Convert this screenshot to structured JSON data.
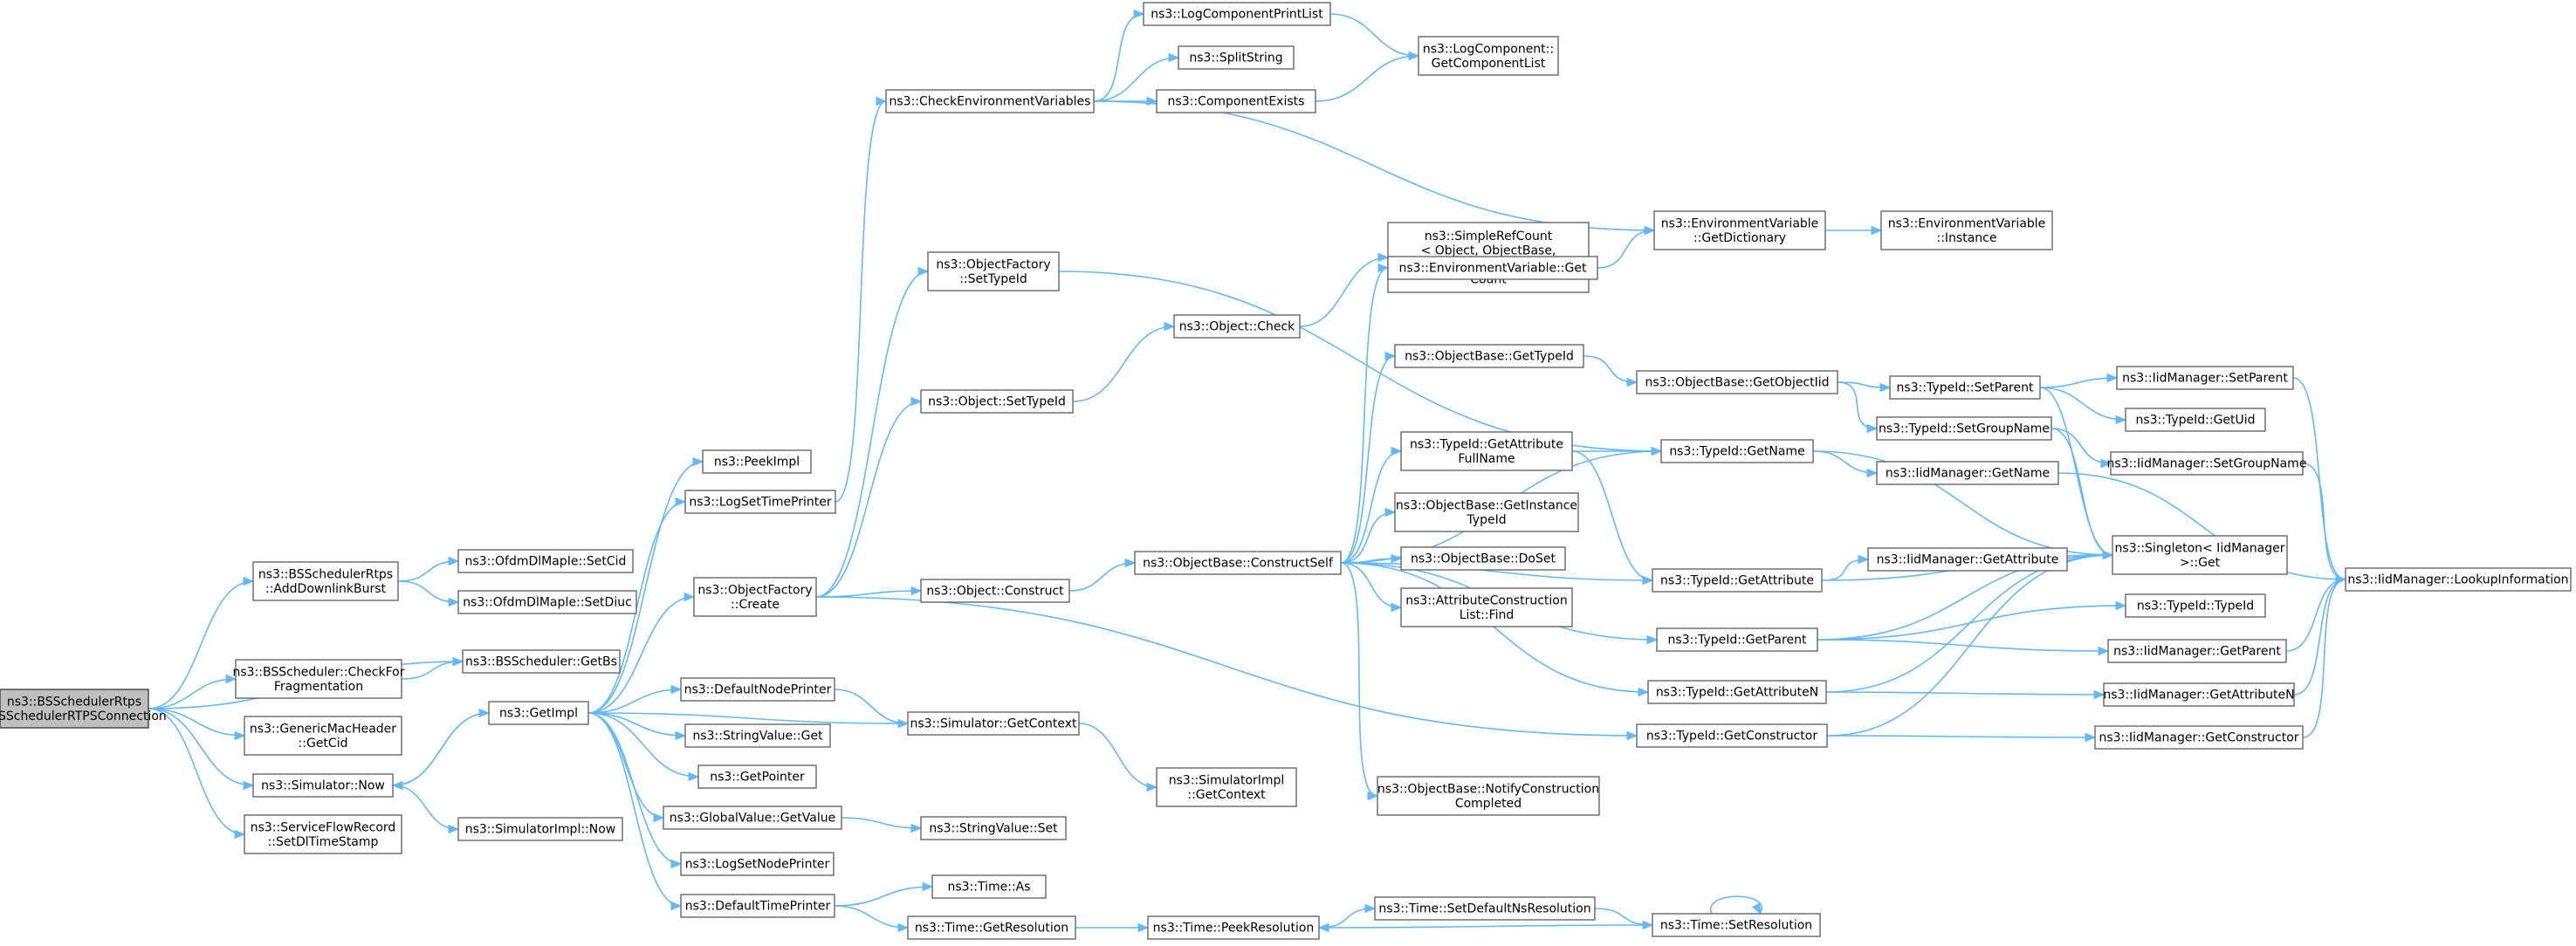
{
  "graph": {
    "colors": {
      "edge": "#63b8ff",
      "node_border": "#666666",
      "root_fill": "#bfbfbf",
      "root_border": "#404040"
    },
    "nodes": [
      {
        "id": "root",
        "lines": [
          "ns3::BSSchedulerRtps",
          "::BSSchedulerRTPSConnection"
        ],
        "root": true
      },
      {
        "id": "addDownlinkBurst",
        "lines": [
          "ns3::BSSchedulerRtps",
          "::AddDownlinkBurst"
        ]
      },
      {
        "id": "checkForFrag",
        "lines": [
          "ns3::BSScheduler::CheckFor",
          "Fragmentation"
        ]
      },
      {
        "id": "getCid",
        "lines": [
          "ns3::GenericMacHeader",
          "::GetCid"
        ]
      },
      {
        "id": "simNow",
        "lines": [
          "ns3::Simulator::Now"
        ]
      },
      {
        "id": "setDlTimeStamp",
        "lines": [
          "ns3::ServiceFlowRecord",
          "::SetDlTimeStamp"
        ]
      },
      {
        "id": "ofdmSetCid",
        "lines": [
          "ns3::OfdmDlMapIe::SetCid"
        ]
      },
      {
        "id": "ofdmSetDiuc",
        "lines": [
          "ns3::OfdmDlMapIe::SetDiuc"
        ]
      },
      {
        "id": "bsGetBs",
        "lines": [
          "ns3::BSScheduler::GetBs"
        ]
      },
      {
        "id": "simImplNow",
        "lines": [
          "ns3::SimulatorImpl::Now"
        ]
      },
      {
        "id": "getImpl",
        "lines": [
          "ns3::GetImpl"
        ]
      },
      {
        "id": "peekImpl",
        "lines": [
          "ns3::PeekImpl"
        ]
      },
      {
        "id": "logSetTimePrinter",
        "lines": [
          "ns3::LogSetTimePrinter"
        ]
      },
      {
        "id": "objFactoryCreate",
        "lines": [
          "ns3::ObjectFactory",
          "::Create"
        ]
      },
      {
        "id": "defaultNodePrinter",
        "lines": [
          "ns3::DefaultNodePrinter"
        ]
      },
      {
        "id": "stringValueGet",
        "lines": [
          "ns3::StringValue::Get"
        ]
      },
      {
        "id": "getPointer",
        "lines": [
          "ns3::GetPointer"
        ]
      },
      {
        "id": "globalValueGetValue",
        "lines": [
          "ns3::GlobalValue::GetValue"
        ]
      },
      {
        "id": "logSetNodePrinter",
        "lines": [
          "ns3::LogSetNodePrinter"
        ]
      },
      {
        "id": "defaultTimePrinter",
        "lines": [
          "ns3::DefaultTimePrinter"
        ]
      },
      {
        "id": "checkEnvVars",
        "lines": [
          "ns3::CheckEnvironmentVariables"
        ]
      },
      {
        "id": "objFactorySetTypeId",
        "lines": [
          "ns3::ObjectFactory",
          "::SetTypeId"
        ]
      },
      {
        "id": "objectSetTypeId",
        "lines": [
          "ns3::Object::SetTypeId"
        ]
      },
      {
        "id": "objectConstruct",
        "lines": [
          "ns3::Object::Construct"
        ]
      },
      {
        "id": "simGetContext",
        "lines": [
          "ns3::Simulator::GetContext"
        ]
      },
      {
        "id": "stringValueSet",
        "lines": [
          "ns3::StringValue::Set"
        ]
      },
      {
        "id": "timeAs",
        "lines": [
          "ns3::Time::As"
        ]
      },
      {
        "id": "timeGetResolution",
        "lines": [
          "ns3::Time::GetResolution"
        ]
      },
      {
        "id": "logCompPrintList",
        "lines": [
          "ns3::LogComponentPrintList"
        ]
      },
      {
        "id": "splitString",
        "lines": [
          "ns3::SplitString"
        ]
      },
      {
        "id": "componentExists",
        "lines": [
          "ns3::ComponentExists"
        ]
      },
      {
        "id": "objectCheck",
        "lines": [
          "ns3::Object::Check"
        ]
      },
      {
        "id": "objBaseConstructSelf",
        "lines": [
          "ns3::ObjectBase::ConstructSelf"
        ]
      },
      {
        "id": "simImplGetContext",
        "lines": [
          "ns3::SimulatorImpl",
          "::GetContext"
        ]
      },
      {
        "id": "timePeekResolution",
        "lines": [
          "ns3::Time::PeekResolution"
        ]
      },
      {
        "id": "logCompGetList",
        "lines": [
          "ns3::LogComponent::",
          "GetComponentList"
        ]
      },
      {
        "id": "simpleRefCount",
        "lines": [
          "ns3::SimpleRefCount",
          "< Object, ObjectBase,",
          "ObjectDeleter >::GetReference",
          "Count"
        ]
      },
      {
        "id": "envVarGet",
        "lines": [
          "ns3::EnvironmentVariable::Get"
        ]
      },
      {
        "id": "objBaseGetTypeId",
        "lines": [
          "ns3::ObjectBase::GetTypeId"
        ]
      },
      {
        "id": "typeIdGetAttrFullName",
        "lines": [
          "ns3::TypeId::GetAttribute",
          "FullName"
        ]
      },
      {
        "id": "objBaseGetInstTypeId",
        "lines": [
          "ns3::ObjectBase::GetInstance",
          "TypeId"
        ]
      },
      {
        "id": "objBaseDoSet",
        "lines": [
          "ns3::ObjectBase::DoSet"
        ]
      },
      {
        "id": "attrConstrListFind",
        "lines": [
          "ns3::AttributeConstruction",
          "List::Find"
        ]
      },
      {
        "id": "objBaseNotifyConstr",
        "lines": [
          "ns3::ObjectBase::NotifyConstruction",
          "Completed"
        ]
      },
      {
        "id": "timeSetDefaultNsRes",
        "lines": [
          "ns3::Time::SetDefaultNsResolution"
        ]
      },
      {
        "id": "envVarGetDict",
        "lines": [
          "ns3::EnvironmentVariable",
          "::GetDictionary"
        ]
      },
      {
        "id": "objBaseGetObjectIid",
        "lines": [
          "ns3::ObjectBase::GetObjectIid"
        ]
      },
      {
        "id": "typeIdGetName",
        "lines": [
          "ns3::TypeId::GetName"
        ]
      },
      {
        "id": "typeIdGetAttribute",
        "lines": [
          "ns3::TypeId::GetAttribute"
        ]
      },
      {
        "id": "typeIdGetParent",
        "lines": [
          "ns3::TypeId::GetParent"
        ]
      },
      {
        "id": "typeIdGetAttributeN",
        "lines": [
          "ns3::TypeId::GetAttributeN"
        ]
      },
      {
        "id": "typeIdGetConstructor",
        "lines": [
          "ns3::TypeId::GetConstructor"
        ]
      },
      {
        "id": "timeSetResolution",
        "lines": [
          "ns3::Time::SetResolution"
        ]
      },
      {
        "id": "envVarInstance",
        "lines": [
          "ns3::EnvironmentVariable",
          "::Instance"
        ]
      },
      {
        "id": "typeIdSetParent",
        "lines": [
          "ns3::TypeId::SetParent"
        ]
      },
      {
        "id": "typeIdSetGroupName",
        "lines": [
          "ns3::TypeId::SetGroupName"
        ]
      },
      {
        "id": "iidMgrGetName",
        "lines": [
          "ns3::IidManager::GetName"
        ]
      },
      {
        "id": "iidMgrGetAttribute",
        "lines": [
          "ns3::IidManager::GetAttribute"
        ]
      },
      {
        "id": "singletonGet",
        "lines": [
          "ns3::Singleton< IidManager",
          ">::Get"
        ]
      },
      {
        "id": "typeIdTypeId",
        "lines": [
          "ns3::TypeId::TypeId"
        ]
      },
      {
        "id": "iidMgrGetParent",
        "lines": [
          "ns3::IidManager::GetParent"
        ]
      },
      {
        "id": "iidMgrGetAttributeN",
        "lines": [
          "ns3::IidManager::GetAttributeN"
        ]
      },
      {
        "id": "iidMgrGetConstructor",
        "lines": [
          "ns3::IidManager::GetConstructor"
        ]
      },
      {
        "id": "iidMgrSetParent",
        "lines": [
          "ns3::IidManager::SetParent"
        ]
      },
      {
        "id": "typeIdGetUid",
        "lines": [
          "ns3::TypeId::GetUid"
        ]
      },
      {
        "id": "iidMgrSetGroupName",
        "lines": [
          "ns3::IidManager::SetGroupName"
        ]
      },
      {
        "id": "iidMgrLookupInfo",
        "lines": [
          "ns3::IidManager::LookupInformation"
        ]
      }
    ],
    "edges": [
      [
        "root",
        "addDownlinkBurst"
      ],
      [
        "root",
        "bsGetBs"
      ],
      [
        "root",
        "checkForFrag"
      ],
      [
        "root",
        "getCid"
      ],
      [
        "root",
        "simNow"
      ],
      [
        "root",
        "setDlTimeStamp"
      ],
      [
        "addDownlinkBurst",
        "ofdmSetCid"
      ],
      [
        "addDownlinkBurst",
        "ofdmSetDiuc"
      ],
      [
        "checkForFrag",
        "bsGetBs"
      ],
      [
        "simNow",
        "getImpl"
      ],
      [
        "simNow",
        "simImplNow"
      ],
      [
        "getImpl",
        "simNow"
      ],
      [
        "getImpl",
        "peekImpl"
      ],
      [
        "getImpl",
        "logSetTimePrinter"
      ],
      [
        "getImpl",
        "objFactoryCreate"
      ],
      [
        "getImpl",
        "defaultNodePrinter"
      ],
      [
        "getImpl",
        "stringValueGet"
      ],
      [
        "getImpl",
        "getPointer"
      ],
      [
        "getImpl",
        "globalValueGetValue"
      ],
      [
        "getImpl",
        "logSetNodePrinter"
      ],
      [
        "getImpl",
        "defaultTimePrinter"
      ],
      [
        "getImpl",
        "simGetContext"
      ],
      [
        "logSetTimePrinter",
        "checkEnvVars"
      ],
      [
        "objFactoryCreate",
        "objFactorySetTypeId"
      ],
      [
        "objFactoryCreate",
        "objectSetTypeId"
      ],
      [
        "objFactoryCreate",
        "objectConstruct"
      ],
      [
        "objFactoryCreate",
        "typeIdGetConstructor"
      ],
      [
        "defaultNodePrinter",
        "simGetContext"
      ],
      [
        "globalValueGetValue",
        "stringValueSet"
      ],
      [
        "defaultTimePrinter",
        "timeAs"
      ],
      [
        "defaultTimePrinter",
        "timeGetResolution"
      ],
      [
        "checkEnvVars",
        "logCompPrintList"
      ],
      [
        "checkEnvVars",
        "splitString"
      ],
      [
        "checkEnvVars",
        "componentExists"
      ],
      [
        "checkEnvVars",
        "envVarGetDict"
      ],
      [
        "objFactorySetTypeId",
        "typeIdGetName"
      ],
      [
        "objectSetTypeId",
        "objectCheck"
      ],
      [
        "objectConstruct",
        "objBaseConstructSelf"
      ],
      [
        "simGetContext",
        "simImplGetContext"
      ],
      [
        "timeGetResolution",
        "timePeekResolution"
      ],
      [
        "logCompPrintList",
        "logCompGetList"
      ],
      [
        "componentExists",
        "logCompGetList"
      ],
      [
        "objectCheck",
        "simpleRefCount"
      ],
      [
        "objBaseConstructSelf",
        "envVarGet"
      ],
      [
        "objBaseConstructSelf",
        "objBaseGetTypeId"
      ],
      [
        "objBaseConstructSelf",
        "typeIdGetName"
      ],
      [
        "objBaseConstructSelf",
        "typeIdGetAttrFullName"
      ],
      [
        "objBaseConstructSelf",
        "objBaseGetInstTypeId"
      ],
      [
        "objBaseConstructSelf",
        "objBaseDoSet"
      ],
      [
        "objBaseConstructSelf",
        "attrConstrListFind"
      ],
      [
        "objBaseConstructSelf",
        "typeIdGetAttribute"
      ],
      [
        "objBaseConstructSelf",
        "typeIdGetParent"
      ],
      [
        "objBaseConstructSelf",
        "typeIdGetAttributeN"
      ],
      [
        "objBaseConstructSelf",
        "objBaseNotifyConstr"
      ],
      [
        "timePeekResolution",
        "timeSetDefaultNsRes"
      ],
      [
        "envVarGet",
        "envVarGetDict"
      ],
      [
        "objBaseGetTypeId",
        "objBaseGetObjectIid"
      ],
      [
        "typeIdGetAttrFullName",
        "typeIdGetName"
      ],
      [
        "typeIdGetAttrFullName",
        "typeIdGetAttribute"
      ],
      [
        "timeSetDefaultNsRes",
        "timeSetResolution"
      ],
      [
        "envVarGetDict",
        "envVarInstance"
      ],
      [
        "objBaseGetObjectIid",
        "typeIdSetParent"
      ],
      [
        "objBaseGetObjectIid",
        "typeIdSetGroupName"
      ],
      [
        "typeIdGetName",
        "iidMgrGetName"
      ],
      [
        "typeIdGetName",
        "singletonGet"
      ],
      [
        "typeIdGetAttribute",
        "iidMgrGetAttribute"
      ],
      [
        "typeIdGetAttribute",
        "singletonGet"
      ],
      [
        "typeIdGetParent",
        "singletonGet"
      ],
      [
        "typeIdGetParent",
        "typeIdTypeId"
      ],
      [
        "typeIdGetParent",
        "iidMgrGetParent"
      ],
      [
        "typeIdGetAttributeN",
        "singletonGet"
      ],
      [
        "typeIdGetAttributeN",
        "iidMgrGetAttributeN"
      ],
      [
        "typeIdGetConstructor",
        "singletonGet"
      ],
      [
        "typeIdGetConstructor",
        "iidMgrGetConstructor"
      ],
      [
        "timeSetResolution",
        "timeSetResolution"
      ],
      [
        "timeSetResolution",
        "timePeekResolution"
      ],
      [
        "typeIdSetParent",
        "iidMgrSetParent"
      ],
      [
        "typeIdSetParent",
        "typeIdGetUid"
      ],
      [
        "typeIdSetParent",
        "singletonGet"
      ],
      [
        "typeIdSetGroupName",
        "iidMgrSetGroupName"
      ],
      [
        "typeIdSetGroupName",
        "singletonGet"
      ],
      [
        "iidMgrGetName",
        "iidMgrLookupInfo"
      ],
      [
        "iidMgrSetParent",
        "iidMgrLookupInfo"
      ],
      [
        "iidMgrSetGroupName",
        "iidMgrLookupInfo"
      ],
      [
        "iidMgrGetParent",
        "iidMgrLookupInfo"
      ],
      [
        "iidMgrGetAttributeN",
        "iidMgrLookupInfo"
      ],
      [
        "iidMgrGetConstructor",
        "iidMgrLookupInfo"
      ]
    ]
  }
}
